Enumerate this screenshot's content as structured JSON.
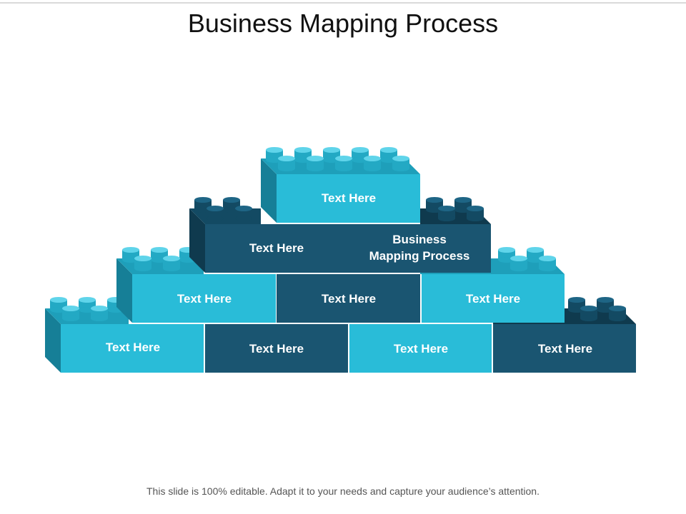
{
  "title": "Business Mapping Process",
  "footer": "This slide is 100% editable. Adapt it to your needs and capture your audience’s attention.",
  "colors": {
    "light": "#29BCD8",
    "dark": "#1A5571"
  },
  "bricks": {
    "top": {
      "label": "Text Here",
      "tone": "light"
    },
    "row2_left": {
      "label": "Text Here",
      "tone": "dark"
    },
    "row2_right": {
      "label_line1": "Business",
      "label_line2": "Mapping Process",
      "tone": "dark"
    },
    "row3_left": {
      "label": "Text Here",
      "tone": "light"
    },
    "row3_center": {
      "label": "Text Here",
      "tone": "dark"
    },
    "row3_right": {
      "label": "Text Here",
      "tone": "light"
    },
    "row4_1": {
      "label": "Text Here",
      "tone": "light"
    },
    "row4_2": {
      "label": "Text Here",
      "tone": "dark"
    },
    "row4_3": {
      "label": "Text Here",
      "tone": "light"
    },
    "row4_4": {
      "label": "Text Here",
      "tone": "dark"
    }
  }
}
